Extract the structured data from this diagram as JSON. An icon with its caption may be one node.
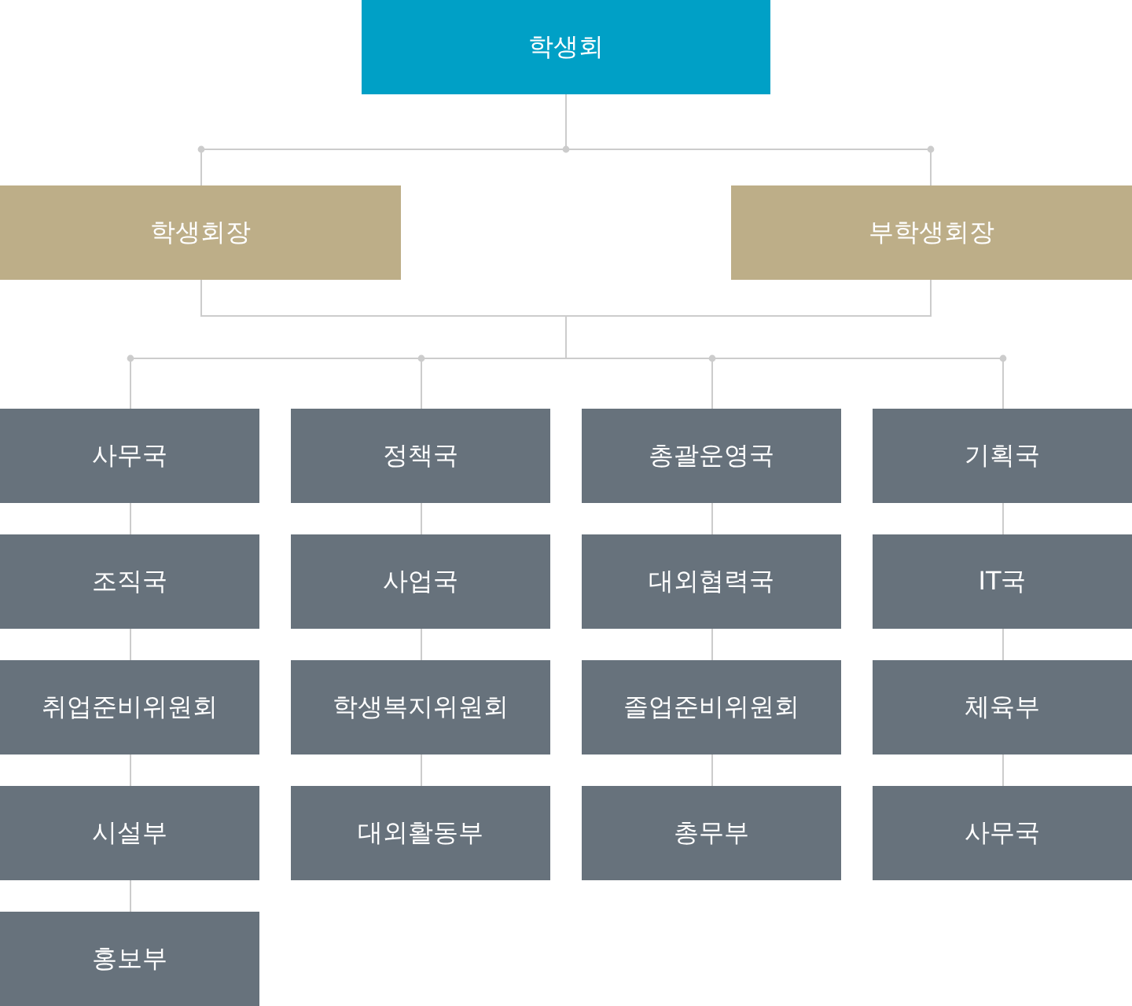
{
  "diagram": {
    "nodes": [
      {
        "text": [
          "학생회"
        ]
      },
      {
        "text": [
          "학생회장"
        ]
      },
      {
        "text": [
          "부학생회장"
        ]
      },
      {
        "text": [
          "사무국"
        ]
      },
      {
        "text": [
          "정책국"
        ]
      },
      {
        "text": [
          "총괄운영국"
        ]
      },
      {
        "text": [
          "기획국"
        ]
      },
      {
        "text": [
          "조직국"
        ]
      },
      {
        "text": [
          "사업국"
        ]
      },
      {
        "text": [
          "대외협력국"
        ]
      },
      {
        "text": [
          "IT국"
        ]
      },
      {
        "text": [
          "취업준비위원회"
        ]
      },
      {
        "text": [
          "학생복지위원회"
        ]
      },
      {
        "text": [
          "졸업준비위원회"
        ]
      },
      {
        "text": [
          "체육부"
        ]
      },
      {
        "text": [
          "시설부"
        ]
      },
      {
        "text": [
          "대외활동부"
        ]
      },
      {
        "text": [
          "총무부"
        ]
      },
      {
        "text": [
          "사무국"
        ]
      },
      {
        "text": [
          "홍보부"
        ]
      }
    ],
    "edges": [
      {
        "from": 0,
        "to": 1,
        "arrow": "none"
      },
      {
        "from": 0,
        "to": 2,
        "arrow": "none"
      },
      {
        "from": 1,
        "to": 3,
        "arrow": "none"
      },
      {
        "from": 1,
        "to": 4,
        "arrow": "none"
      },
      {
        "from": 1,
        "to": 5,
        "arrow": "none"
      },
      {
        "from": 1,
        "to": 6,
        "arrow": "none"
      },
      {
        "from": 2,
        "to": 3,
        "arrow": "none"
      },
      {
        "from": 2,
        "to": 4,
        "arrow": "none"
      },
      {
        "from": 2,
        "to": 5,
        "arrow": "none"
      },
      {
        "from": 2,
        "to": 6,
        "arrow": "none"
      },
      {
        "from": 3,
        "to": 7,
        "arrow": "none"
      },
      {
        "from": 7,
        "to": 11,
        "arrow": "none"
      },
      {
        "from": 11,
        "to": 15,
        "arrow": "none"
      },
      {
        "from": 15,
        "to": 19,
        "arrow": "none"
      },
      {
        "from": 4,
        "to": 8,
        "arrow": "none"
      },
      {
        "from": 8,
        "to": 12,
        "arrow": "none"
      },
      {
        "from": 12,
        "to": 16,
        "arrow": "none"
      },
      {
        "from": 5,
        "to": 9,
        "arrow": "none"
      },
      {
        "from": 9,
        "to": 13,
        "arrow": "none"
      },
      {
        "from": 13,
        "to": 17,
        "arrow": "none"
      },
      {
        "from": 6,
        "to": 10,
        "arrow": "none"
      },
      {
        "from": 10,
        "to": 14,
        "arrow": "none"
      },
      {
        "from": 14,
        "to": 18,
        "arrow": "none"
      }
    ]
  }
}
